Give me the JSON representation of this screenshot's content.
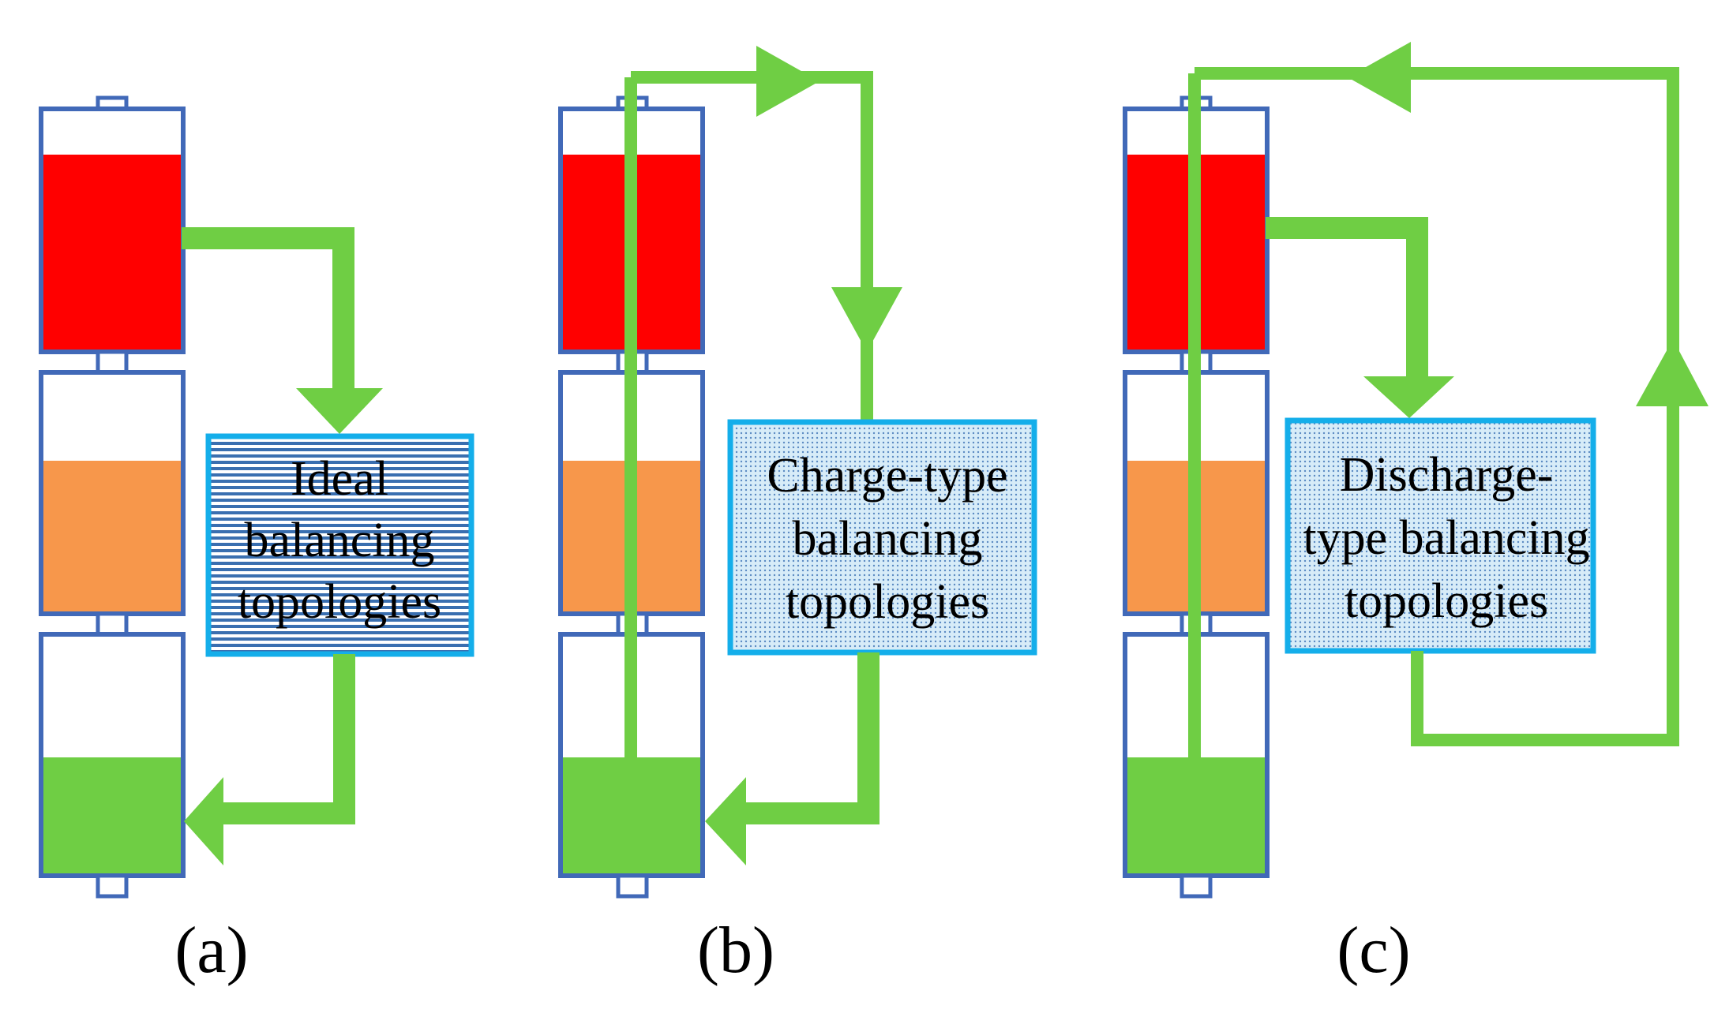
{
  "colors": {
    "cell_outline": "#4169b8",
    "high_charge": "#ff0000",
    "mid_charge": "#f7974b",
    "low_charge": "#6fce44",
    "flow_arrow": "#6fce44",
    "box_border": "#14aeea",
    "box_fill": "#d7ecf8",
    "box_stripe": "#3a6fb0"
  },
  "panels": [
    {
      "id": "a",
      "label": "(a)",
      "box_lines": [
        "Ideal",
        "balancing",
        "topologies"
      ],
      "pattern": "horizontal-stripes"
    },
    {
      "id": "b",
      "label": "(b)",
      "box_lines": [
        "Charge-type",
        "balancing",
        "topologies"
      ],
      "pattern": "dots"
    },
    {
      "id": "c",
      "label": "(c)",
      "box_lines": [
        "Discharge-",
        "type balancing",
        "topologies"
      ],
      "pattern": "dots"
    }
  ]
}
